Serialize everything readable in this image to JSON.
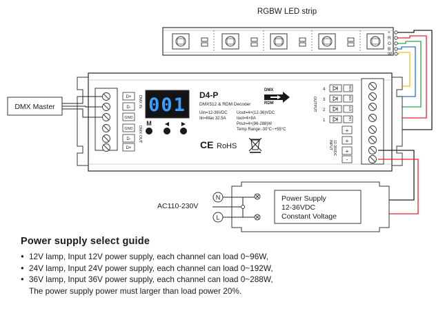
{
  "led_strip": {
    "title": "RGBW LED strip",
    "pins": [
      "+",
      "R",
      "G",
      "B",
      "W"
    ]
  },
  "dmx_master": {
    "label": "DMX Master"
  },
  "decoder": {
    "model": "D4-P",
    "subtitle": "DMX512 & RDM Decoder",
    "display_value": "001",
    "button_labels": [
      "M",
      "◀",
      "▶"
    ],
    "spec_left": [
      "Uin=12-36VDC",
      "Iin=Max 32.5A"
    ],
    "spec_right": [
      "Uout=4×(12-36)VDC",
      "Iout=4×8A",
      "Pout=4×(96-288)W",
      "Temp Range:-30°C~+55°C"
    ],
    "dmx_badge": [
      "DMX",
      "RDM"
    ],
    "certs": [
      "CE",
      "RoHS"
    ],
    "left_terminals": [
      "D+",
      "D-",
      "GND",
      "GND",
      "D-",
      "D+"
    ],
    "dmx_in_label": "DMX IN",
    "dmx_out_label": "DMX OUT",
    "output_label": "OUTPUT",
    "input_label": "INPUT",
    "input_voltage": "12-36VDC",
    "channel_numbers": [
      "4",
      "3",
      "2",
      "1"
    ],
    "channel_codes": [
      "W/4",
      "B/3",
      "G/2",
      "R/1"
    ],
    "right_signs": [
      "+",
      "+",
      "+",
      "-"
    ]
  },
  "ac_input": {
    "label": "AC110-230V",
    "neutral": "N",
    "live": "L"
  },
  "power_supply": {
    "lines": [
      "Power Supply",
      "12-36VDC",
      "Constant Voltage"
    ]
  },
  "guide": {
    "title": "Power supply select guide",
    "items": [
      "12V lamp, Input 12V power supply, each channel can load 0~96W,",
      "24V lamp, Input 24V power supply, each channel can load 0~192W,",
      "36V lamp, Input 36V power supply, each channel can load 0~288W,"
    ],
    "note": "The power supply power must larger than load power 20%."
  },
  "colors": {
    "wire_red": "#e8202a",
    "wire_green": "#2aa84a",
    "wire_blue": "#2a6fd6",
    "wire_yellow": "#f0c419",
    "wire_black": "#222222",
    "display_bg": "#141414",
    "display_digit": "#3aa0ff"
  }
}
